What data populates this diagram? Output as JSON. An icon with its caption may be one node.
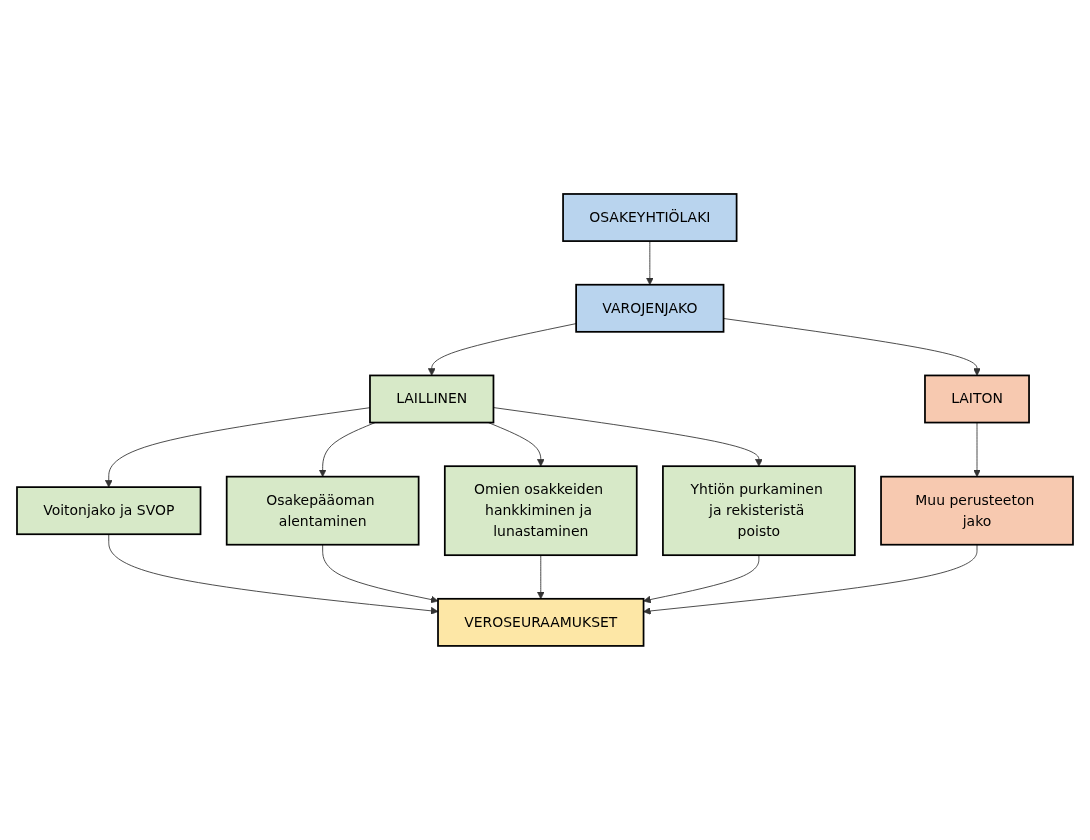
{
  "diagram": {
    "nodes": [
      {
        "text": [
          "OSAKEYHTIÖLAKI"
        ]
      },
      {
        "text": [
          "VAROJENJAKO"
        ]
      },
      {
        "text": [
          "LAILLINEN"
        ]
      },
      {
        "text": [
          "LAITON"
        ]
      },
      {
        "text": [
          "Voitonjako ja SVOP"
        ]
      },
      {
        "text": [
          "Osakepääoman alentaminen"
        ]
      },
      {
        "text": [
          "Omien osakkeiden hankkiminen ja lunastaminen"
        ]
      },
      {
        "text": [
          "Yhtiön purkaminen ja rekisteristä poisto"
        ]
      },
      {
        "text": [
          "Muu perusteeton jako"
        ]
      },
      {
        "text": [
          "VEROSEURAAMUKSET"
        ]
      }
    ],
    "edges": [
      {
        "from": 0,
        "to": 1,
        "arrow": "to"
      },
      {
        "from": 1,
        "to": 2,
        "arrow": "to"
      },
      {
        "from": 1,
        "to": 3,
        "arrow": "to"
      },
      {
        "from": 2,
        "to": 4,
        "arrow": "to"
      },
      {
        "from": 2,
        "to": 5,
        "arrow": "to"
      },
      {
        "from": 2,
        "to": 6,
        "arrow": "to"
      },
      {
        "from": 2,
        "to": 7,
        "arrow": "to"
      },
      {
        "from": 3,
        "to": 8,
        "arrow": "to"
      },
      {
        "from": 4,
        "to": 9,
        "arrow": "to"
      },
      {
        "from": 5,
        "to": 9,
        "arrow": "to"
      },
      {
        "from": 6,
        "to": 9,
        "arrow": "to"
      },
      {
        "from": 7,
        "to": 9,
        "arrow": "to"
      },
      {
        "from": 8,
        "to": 9,
        "arrow": "to"
      }
    ]
  }
}
